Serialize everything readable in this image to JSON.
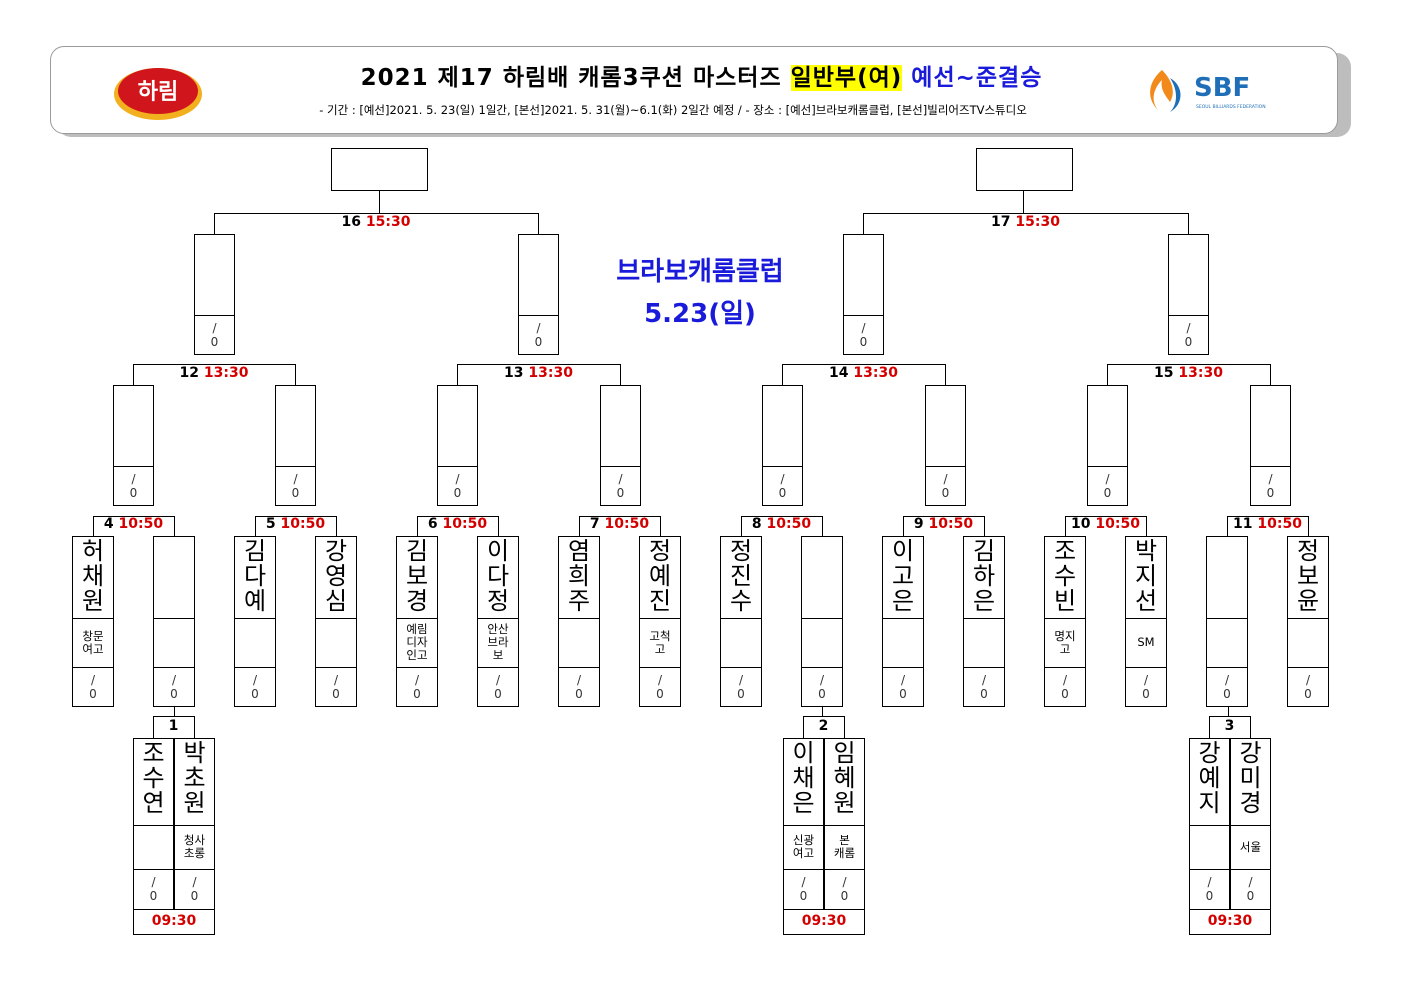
{
  "header": {
    "title_main": "2021 제17 하림배 캐롬3쿠션 마스터즈 ",
    "title_highlight": "일반부(여)",
    "title_stage": " 예선~준결승",
    "subtitle": "- 기간 : [예선]2021. 5. 23(일) 1일간, [본선]2021. 5. 31(월)~6.1(화) 2일간 예정 /   - 장소 : [예선]브라보캐롬클럽, [본선]빌리어즈TV스튜디오",
    "logo_left_text": "하림",
    "logo_right_text": "SBF",
    "logo_right_sub": "SEOUL BILLIARDS FEDERATION"
  },
  "venue": {
    "line1": "브라보캐롬클럽",
    "line2": "5.23(일)"
  },
  "colors": {
    "highlight": "#ffff00",
    "blue": "#1a1adb",
    "red": "#d40000",
    "logo_red": "#d0151c",
    "logo_orange": "#f28a1b",
    "logo_blue": "#1e6fb8"
  },
  "score_top": "/",
  "score_bottom": "0",
  "matches": [
    {
      "no": "1",
      "time": "09:30"
    },
    {
      "no": "2",
      "time": "09:30"
    },
    {
      "no": "3",
      "time": "09:30"
    },
    {
      "no": "4",
      "time": "10:50"
    },
    {
      "no": "5",
      "time": "10:50"
    },
    {
      "no": "6",
      "time": "10:50"
    },
    {
      "no": "7",
      "time": "10:50"
    },
    {
      "no": "8",
      "time": "10:50"
    },
    {
      "no": "9",
      "time": "10:50"
    },
    {
      "no": "10",
      "time": "10:50"
    },
    {
      "no": "11",
      "time": "10:50"
    },
    {
      "no": "12",
      "time": "13:30"
    },
    {
      "no": "13",
      "time": "13:30"
    },
    {
      "no": "14",
      "time": "13:30"
    },
    {
      "no": "15",
      "time": "13:30"
    },
    {
      "no": "16",
      "time": "15:30"
    },
    {
      "no": "17",
      "time": "15:30"
    }
  ],
  "players": [
    {
      "name": "허채원",
      "school": "창문\n여고"
    },
    {
      "name": "",
      "school": ""
    },
    {
      "name": "김다예",
      "school": ""
    },
    {
      "name": "강영심",
      "school": ""
    },
    {
      "name": "김보경",
      "school": "예림\n디자\n인고"
    },
    {
      "name": "이다정",
      "school": "안산\n브라\n보"
    },
    {
      "name": "염희주",
      "school": ""
    },
    {
      "name": "정예진",
      "school": "고척\n고"
    },
    {
      "name": "정진수",
      "school": ""
    },
    {
      "name": "",
      "school": ""
    },
    {
      "name": "이고은",
      "school": ""
    },
    {
      "name": "김하은",
      "school": ""
    },
    {
      "name": "조수빈",
      "school": "명지\n고"
    },
    {
      "name": "박지선",
      "school": "SM"
    },
    {
      "name": "",
      "school": ""
    },
    {
      "name": "정보윤",
      "school": ""
    },
    {
      "name": "조수연",
      "school": ""
    },
    {
      "name": "박초원",
      "school": "청사\n초롱"
    },
    {
      "name": "이채은",
      "school": "신광\n여고"
    },
    {
      "name": "임혜원",
      "school": "본\n캐롬"
    },
    {
      "name": "강예지",
      "school": ""
    },
    {
      "name": "강미경",
      "school": "서울"
    }
  ]
}
